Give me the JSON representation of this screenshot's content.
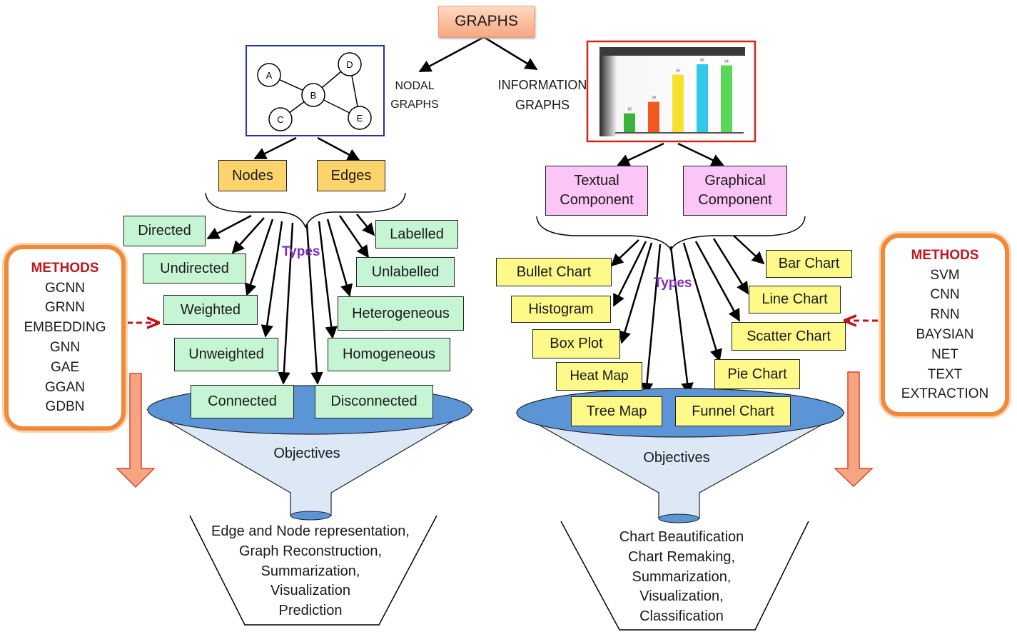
{
  "root": {
    "title": "GRAPHS"
  },
  "branches": {
    "nodal": {
      "line1": "NODAL",
      "line2": "GRAPHS"
    },
    "information": {
      "line1": "INFORMATION",
      "line2": "GRAPHS"
    }
  },
  "example_graph": {
    "nodes": [
      "A",
      "B",
      "C",
      "D",
      "E"
    ]
  },
  "example_chart": {
    "values": [
      "18",
      "29",
      "55",
      "65",
      "64"
    ],
    "colors": [
      "#3bb33b",
      "#f05a1e",
      "#f2e22e",
      "#32c8e8",
      "#57d857"
    ]
  },
  "nodal": {
    "components": [
      "Nodes",
      "Edges"
    ],
    "types_label": "Types",
    "types_left": [
      "Directed",
      "Undirected",
      "Weighted",
      "Unweighted",
      "Connected"
    ],
    "types_right": [
      "Labelled",
      "Unlabelled",
      "Heterogeneous",
      "Homogeneous",
      "Disconnected"
    ],
    "funnel_label": "Objectives",
    "objectives": [
      "Edge and Node representation,",
      "Graph Reconstruction,",
      "Summarization,",
      "Visualization",
      "Prediction"
    ],
    "methods_title": "METHODS",
    "methods": [
      "GCNN",
      "GRNN",
      "EMBEDDING",
      "GNN",
      "GAE",
      "GGAN",
      "GDBN"
    ]
  },
  "information": {
    "components": [
      [
        "Textual",
        "Component"
      ],
      [
        "Graphical",
        "Component"
      ]
    ],
    "types_label": "Types",
    "types_left": [
      "Bullet Chart",
      "Histogram",
      "Box Plot",
      "Heat Map",
      "Tree Map"
    ],
    "types_right": [
      "Bar Chart",
      "Line Chart",
      "Scatter Chart",
      "Pie Chart",
      "Funnel Chart"
    ],
    "funnel_label": "Objectives",
    "objectives": [
      "Chart Beautification",
      "Chart Remaking,",
      "Summarization,",
      "Visualization,",
      "Classification"
    ],
    "methods_title": "METHODS",
    "methods": [
      "SVM",
      "CNN",
      "RNN",
      "BAYSIAN",
      "NET",
      "TEXT",
      "EXTRACTION"
    ]
  },
  "colors": {
    "green_box": "#c6f5d4",
    "yellow_box": "#fdfa8a",
    "orange_box": "#fdd36b",
    "pink_box": "#fbc6f5",
    "funnel_top": "#5b95d6",
    "funnel_body": "#dce8f6",
    "methods_border": "#ee8a3a",
    "methods_title": "#c0161e",
    "types_text": "#7b2fb5",
    "down_arrow": "#f6a582"
  }
}
